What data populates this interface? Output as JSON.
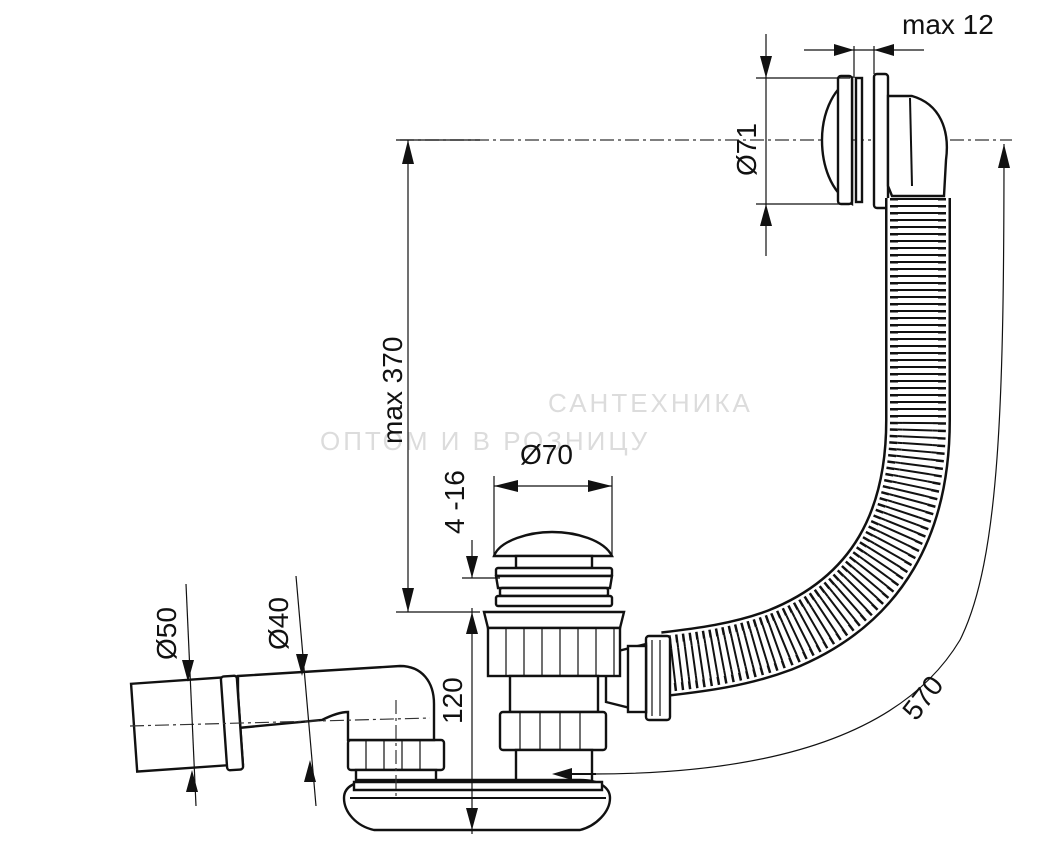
{
  "dimensions": {
    "max_12": "max 12",
    "d71": "Ø71",
    "max_370": "max 370",
    "d70": "Ø70",
    "range_4_16": "4 -16",
    "d50": "Ø50",
    "d40": "Ø40",
    "h120": "120",
    "len570": "570"
  },
  "watermark": {
    "line1": "САНТЕХНИКА",
    "line2": "ОПТОМ И В РОЗНИЦУ"
  }
}
